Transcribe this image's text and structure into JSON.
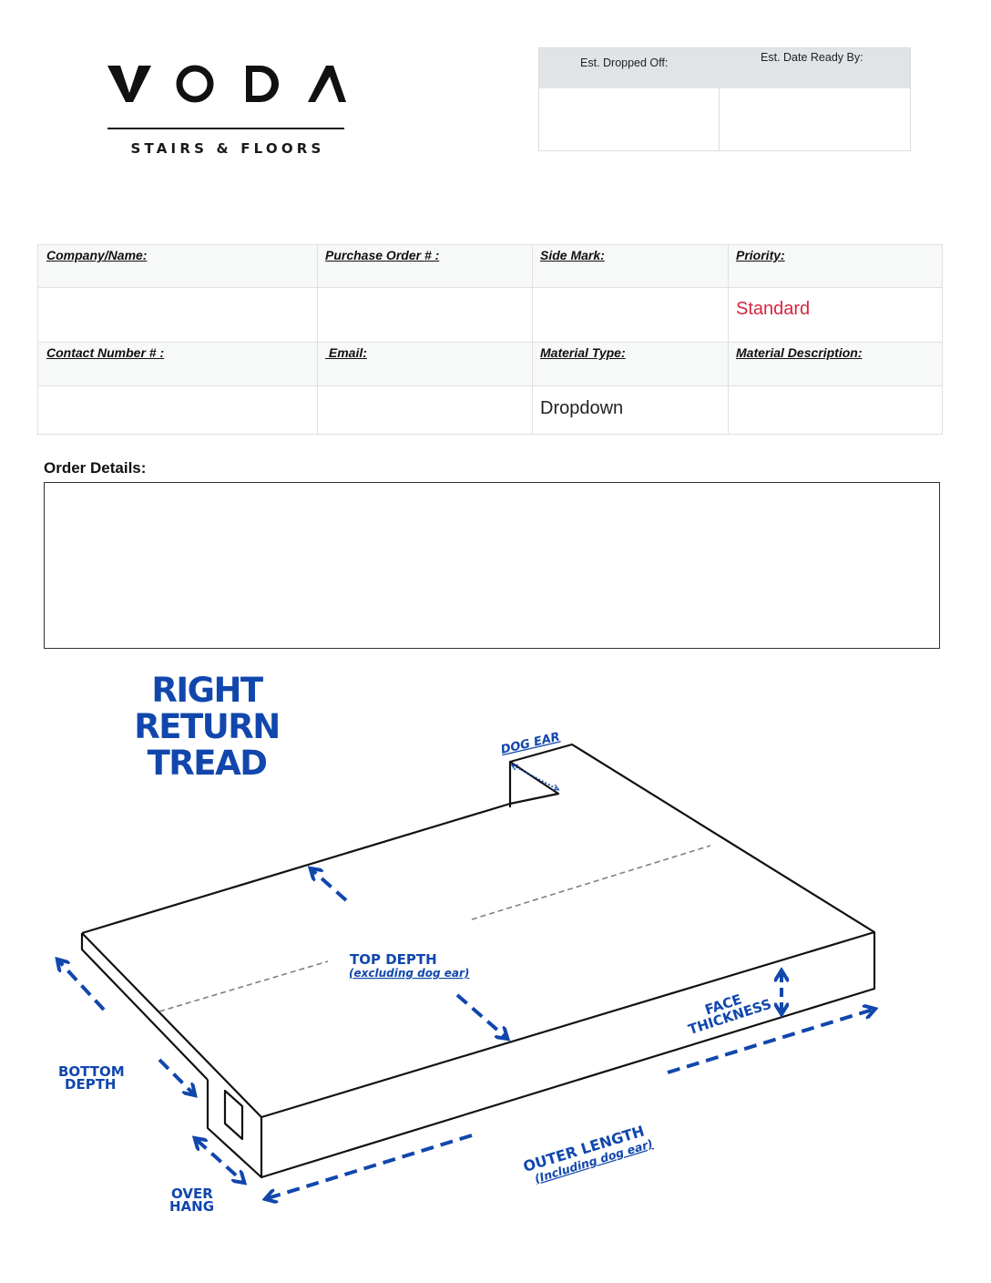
{
  "logo": {
    "wordmark": "VODA",
    "tagline": "STAIRS & FLOORS"
  },
  "est_dates": {
    "dropped_off_label": "Est. Dropped Off:",
    "dropped_off_value": "",
    "ready_by_label": "Est. Date Ready By:",
    "ready_by_value": ""
  },
  "order_info": {
    "company_name": {
      "label": "Company/Name:",
      "value": ""
    },
    "purchase_order": {
      "label": "Purchase Order # :",
      "value": ""
    },
    "side_mark": {
      "label": "Side Mark:",
      "value": ""
    },
    "priority": {
      "label": "Priority:",
      "value": "Standard",
      "color": "#d7263d"
    },
    "contact_number": {
      "label": "Contact Number # :",
      "value": ""
    },
    "email": {
      "label": " Email:",
      "value": ""
    },
    "material_type": {
      "label": "Material Type:",
      "value": "Dropdown"
    },
    "material_description": {
      "label": "Material Description:",
      "value": ""
    }
  },
  "order_details": {
    "label": "Order Details:",
    "value": ""
  },
  "diagram": {
    "title_line1": "RIGHT RETURN",
    "title_line2": "TREAD",
    "accent_color": "#1147ad",
    "labels": {
      "dog_ear": "DOG EAR",
      "top_depth": "TOP  DEPTH",
      "top_depth_note": "(excluding dog ear)",
      "face_thickness_1": "FACE",
      "face_thickness_2": "THICKNESS",
      "bottom_depth_1": "BOTTOM",
      "bottom_depth_2": "DEPTH",
      "overhang_1": "OVER",
      "overhang_2": "HANG",
      "outer_length": "OUTER LENGTH",
      "outer_length_note": "(Including dog ear)"
    }
  }
}
